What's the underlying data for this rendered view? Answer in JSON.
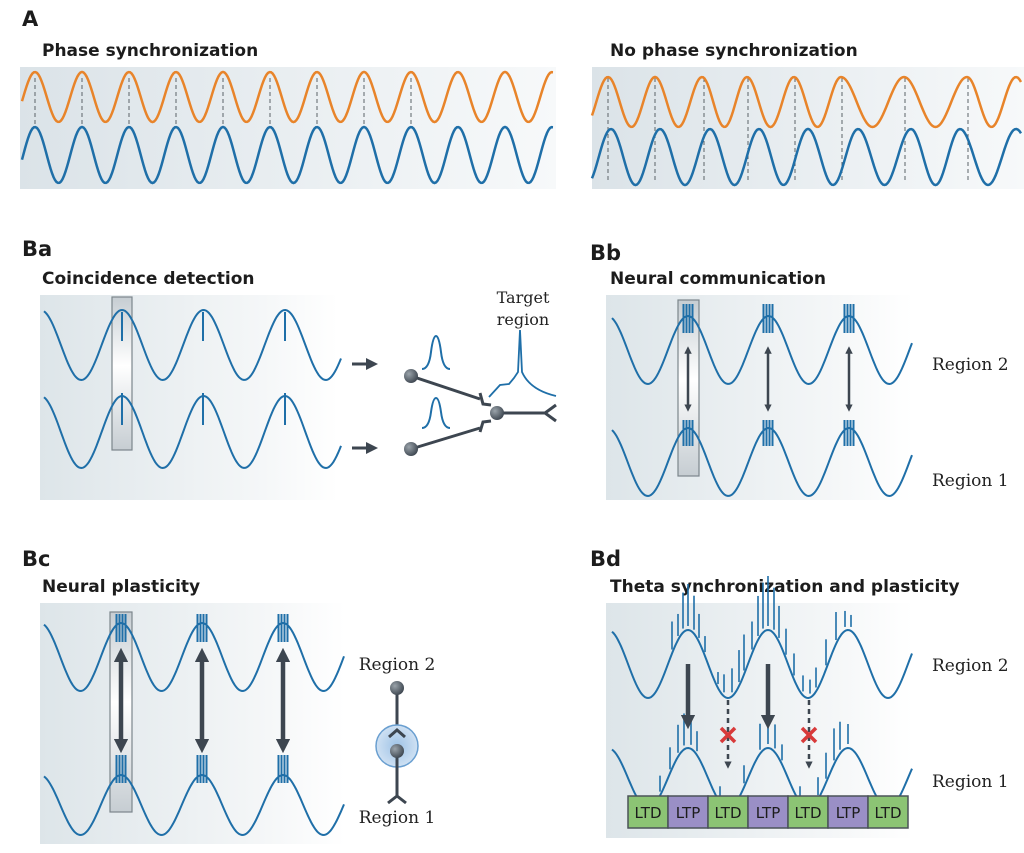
{
  "panels": {
    "A": {
      "letter": "A",
      "left_title": "Phase synchronization",
      "right_title": "No phase synchronization"
    },
    "Ba": {
      "letter": "Ba",
      "title": "Coincidence detection",
      "target_label": [
        "Target",
        "region"
      ]
    },
    "Bb": {
      "letter": "Bb",
      "title": "Neural communication",
      "region_top": "Region 2",
      "region_bottom": "Region 1"
    },
    "Bc": {
      "letter": "Bc",
      "title": "Neural plasticity",
      "region_top": "Region 2",
      "region_bottom": "Region 1"
    },
    "Bd": {
      "letter": "Bd",
      "title": "Theta synchronization and plasticity",
      "region_top": "Region 2",
      "region_bottom": "Region 1",
      "bands": [
        "LTD",
        "LTP",
        "LTD",
        "LTP",
        "LTD",
        "LTP",
        "LTD"
      ]
    }
  },
  "colors": {
    "orange": "#e8842a",
    "blue": "#1f6fa8",
    "arrow": "#3d4650",
    "ltd": "#8cc474",
    "ltp": "#9a8fc6",
    "cross": "#d83a3a",
    "panel_bg": "#dfe6ea"
  }
}
